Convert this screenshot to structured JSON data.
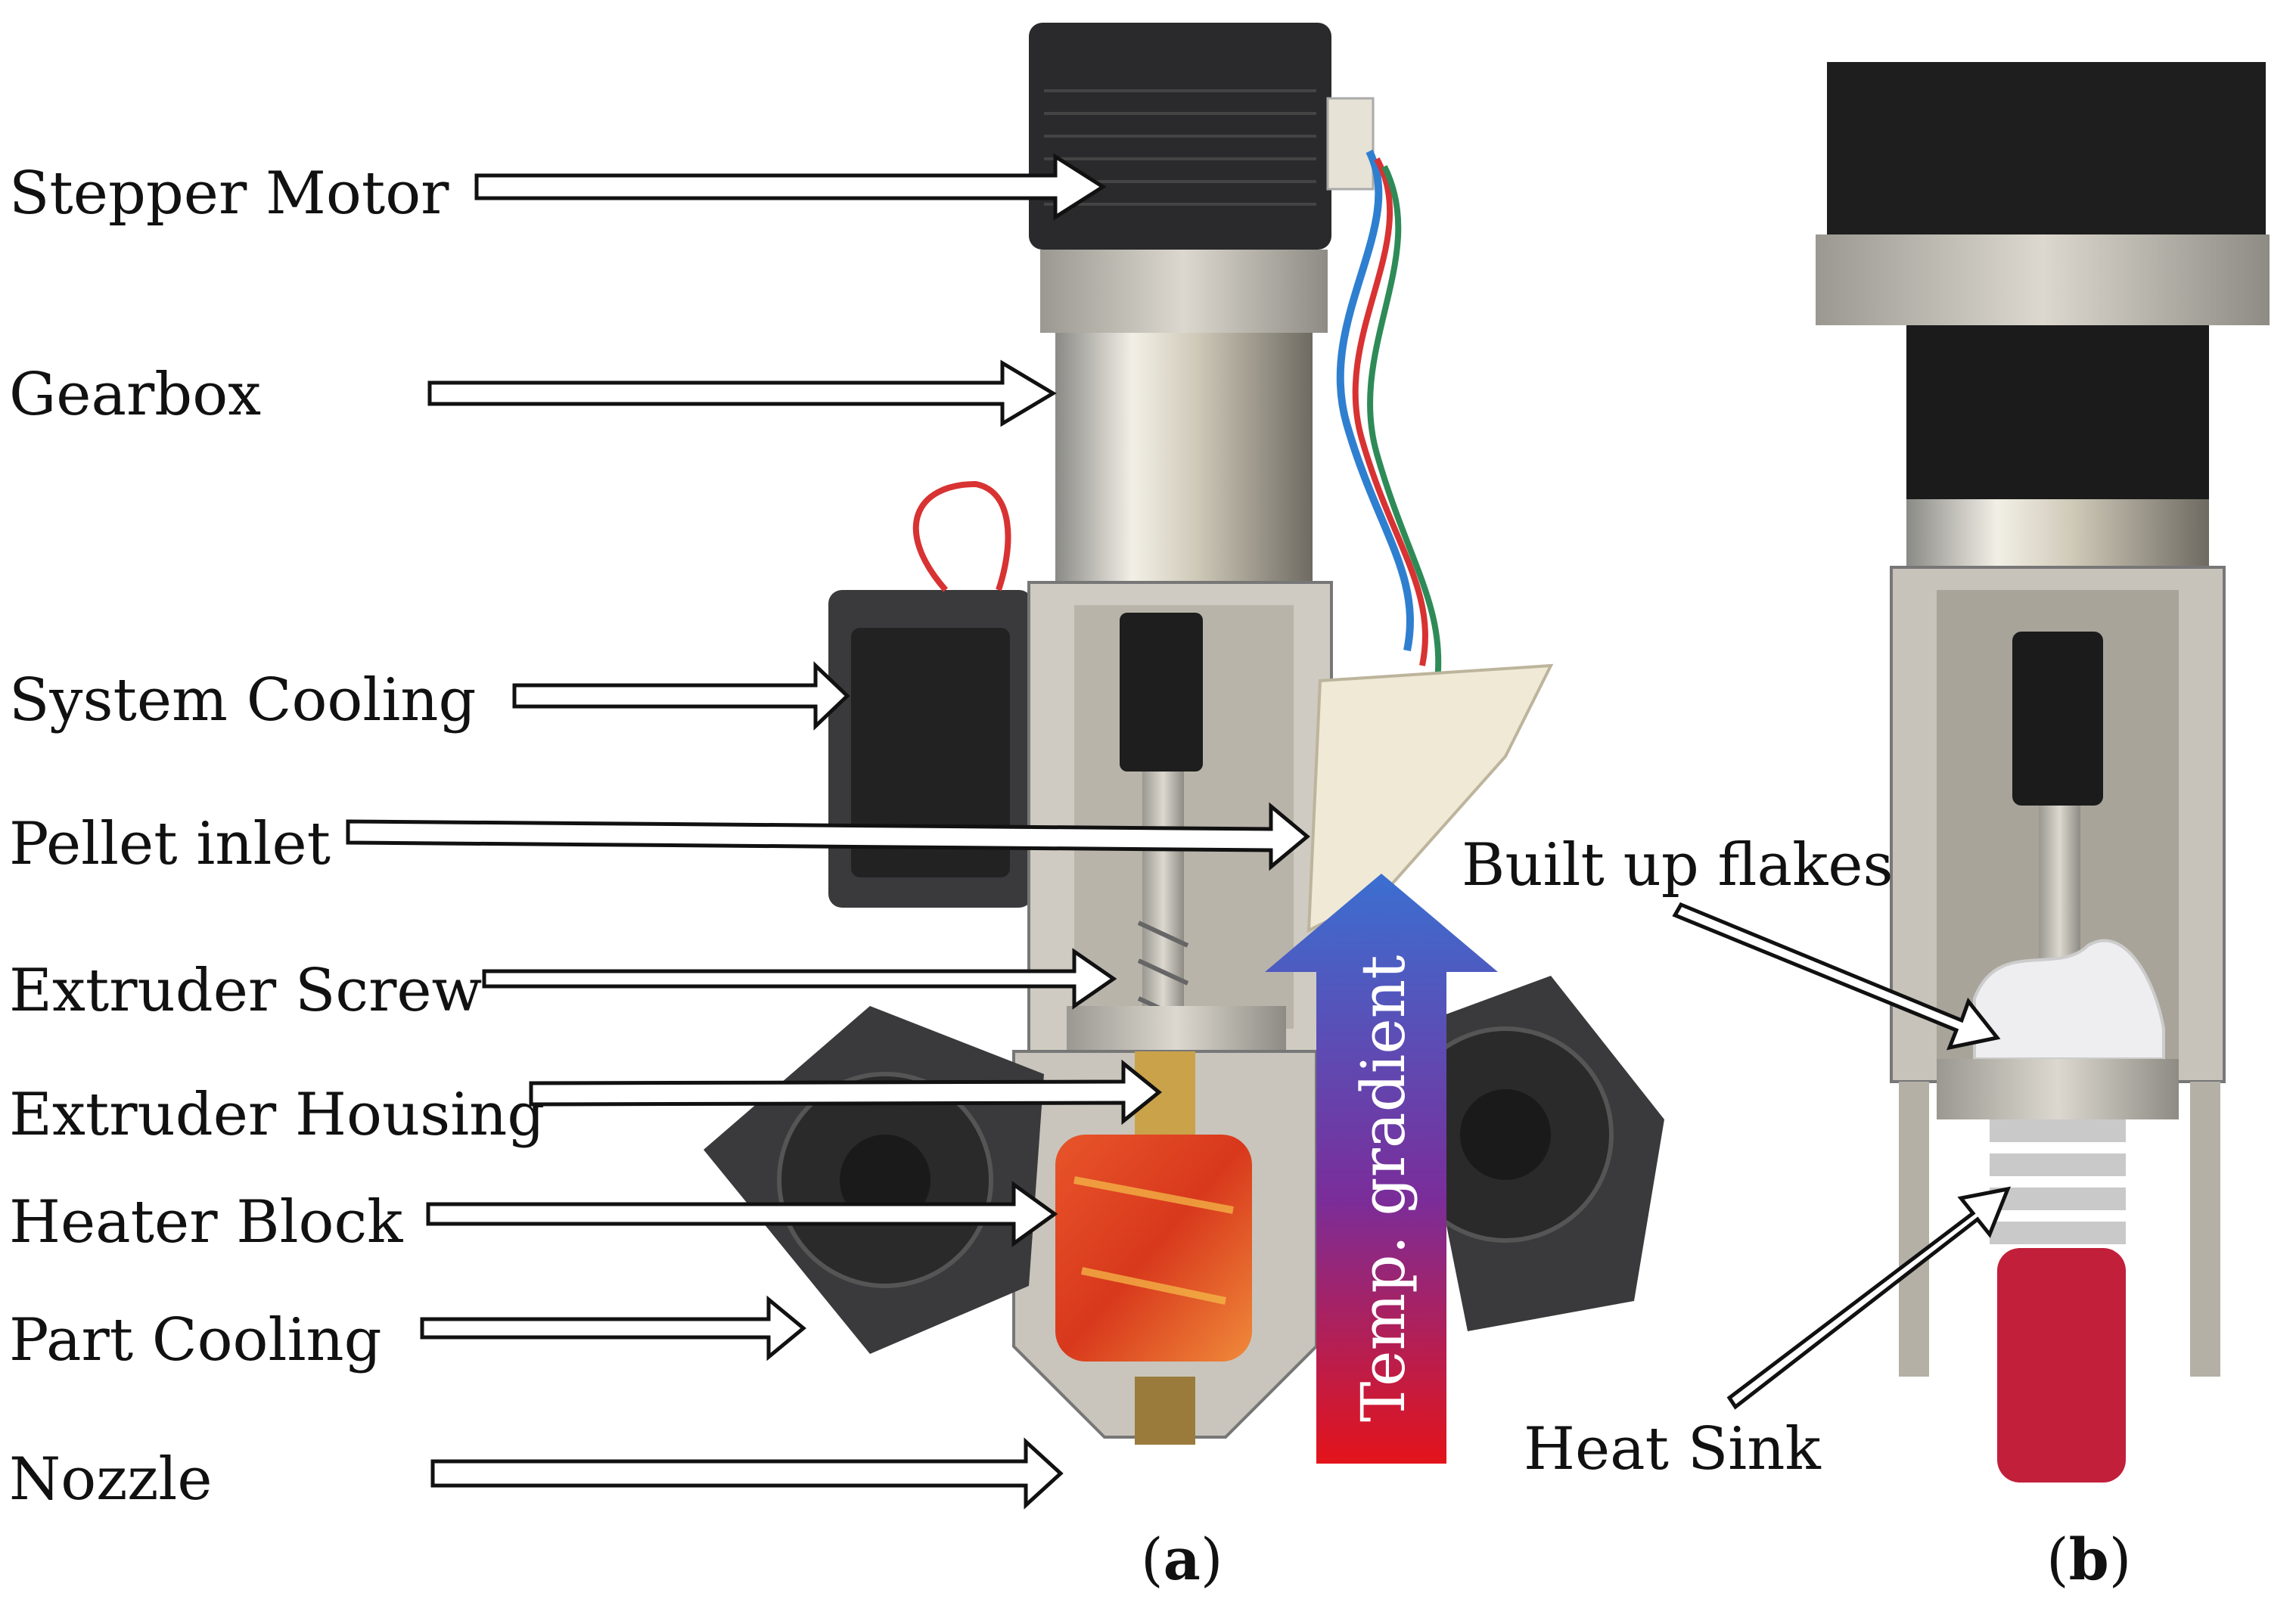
{
  "panel_a": {
    "labels": [
      "Stepper Motor",
      "Gearbox",
      "System Cooling",
      "Pellet inlet",
      "Extruder Screw",
      "Extruder Housing",
      "Heater Block",
      "Part Cooling",
      "Nozzle"
    ],
    "gradient_label": "Temp. gradient",
    "gradient_colors": {
      "top": "#3b6fd1",
      "mid": "#7a2d9a",
      "bottom": "#e4131a"
    },
    "caption_letter": "a"
  },
  "panel_b": {
    "labels": [
      "Built up flakes",
      "Heat Sink"
    ],
    "caption_letter": "b"
  }
}
